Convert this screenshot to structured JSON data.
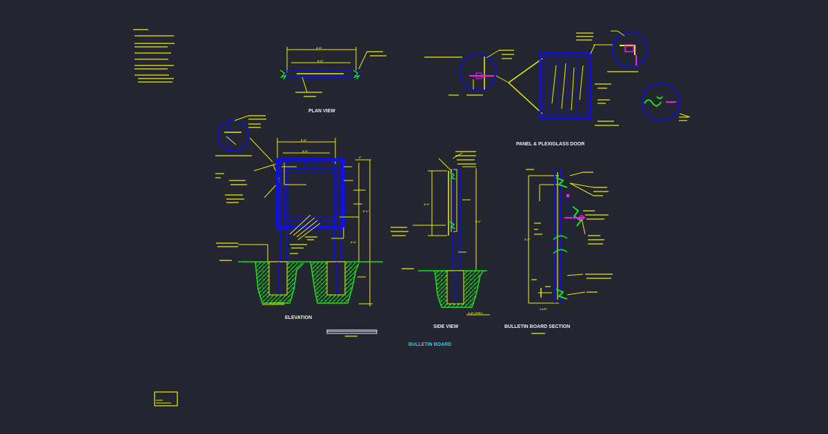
{
  "drawing": {
    "title": "BULLETIN BOARD",
    "views": {
      "plan": "PLAN VIEW",
      "panel": "PANEL & PLEXIGLASS DOOR",
      "elevation": "ELEVATION",
      "side": "SIDE VIEW",
      "section": "BULLETIN BOARD SECTION"
    },
    "dimensions": {
      "plan_overall": "4'-0\"",
      "plan_inner": "3'-6\"",
      "elev_overall": "3'-9\"",
      "elev_inner": "3'-0\"",
      "elev_top": "2\"",
      "elev_height": "6'-1\"",
      "elev_post": "2'-6\"",
      "elev_footing": "1'-0\" (TYP.)",
      "side_height": "4'-0\"",
      "side_height2": "5'-1\"",
      "side_footing": "1'-8\" (TYP.)",
      "section_height": "4'-5\"",
      "section_bottom": "1-1/2\""
    }
  },
  "colors": {
    "background": "#232530",
    "yellow": "#f2f200",
    "blue": "#1010e0",
    "green": "#19e619",
    "magenta": "#ff10ff",
    "white": "#f0f0f0",
    "cyan": "#18d6f2"
  }
}
